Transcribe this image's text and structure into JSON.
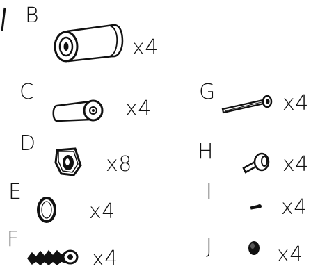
{
  "parts": [
    {
      "letter": "B",
      "quantity": "x4",
      "icon": "large-barrel-nut-icon"
    },
    {
      "letter": "C",
      "quantity": "x4",
      "icon": "small-barrel-nut-icon"
    },
    {
      "letter": "D",
      "quantity": "x8",
      "icon": "cam-lock-icon"
    },
    {
      "letter": "E",
      "quantity": "x4",
      "icon": "ring-icon"
    },
    {
      "letter": "F",
      "quantity": "x4",
      "icon": "wall-plug-icon"
    },
    {
      "letter": "G",
      "quantity": "x4",
      "icon": "long-bolt-icon"
    },
    {
      "letter": "H",
      "quantity": "x4",
      "icon": "short-screw-icon"
    },
    {
      "letter": "I",
      "quantity": "x4",
      "icon": "tiny-pin-icon"
    },
    {
      "letter": "J",
      "quantity": "x4",
      "icon": "round-cap-icon"
    }
  ],
  "colors": {
    "ink": "#111111",
    "background": "#ffffff"
  }
}
